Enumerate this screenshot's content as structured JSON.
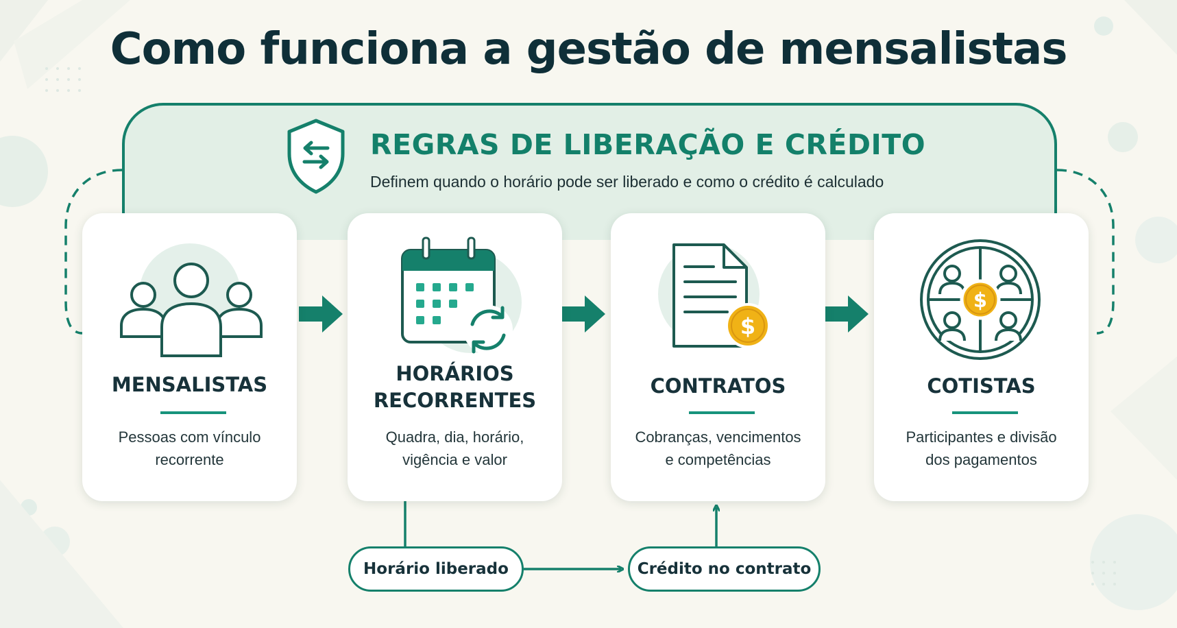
{
  "title": "Como funciona a gestão de mensalistas",
  "rules": {
    "title": "REGRAS DE LIBERAÇÃO E CRÉDITO",
    "description": "Definem quando o horário pode ser liberado e como o crédito é calculado"
  },
  "cards": [
    {
      "title_lines": [
        "MENSALISTAS"
      ],
      "description_lines": [
        "Pessoas com vínculo",
        "recorrente"
      ],
      "icon": "people-group-icon"
    },
    {
      "title_lines": [
        "HORÁRIOS",
        "RECORRENTES"
      ],
      "description_lines": [
        "Quadra, dia, horário,",
        "vigência e valor"
      ],
      "icon": "recurring-calendar-icon"
    },
    {
      "title_lines": [
        "CONTRATOS"
      ],
      "description_lines": [
        "Cobranças, vencimentos",
        "e competências"
      ],
      "icon": "contract-document-icon"
    },
    {
      "title_lines": [
        "COTISTAS"
      ],
      "description_lines": [
        "Participantes e divisão",
        "dos pagamentos"
      ],
      "icon": "shared-payment-icon"
    }
  ],
  "pills": {
    "released": "Horário liberado",
    "credit": "Crédito no contrato"
  },
  "colors": {
    "primary": "#15806b",
    "accent_teal": "#17937c",
    "arch_fill": "#e2efe6",
    "title": "#0f2f38",
    "coin": "#f0b216"
  }
}
